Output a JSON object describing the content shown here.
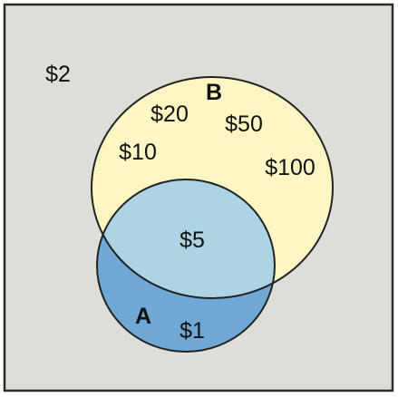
{
  "colors": {
    "universe_fill": "#deded9",
    "frame_stroke": "#2c2c2c",
    "set_b_fill": "#fdf6c3",
    "set_a_fill": "#6fa8d4",
    "intersection_fill": "#acd4e2",
    "outline": "#222222"
  },
  "sets": {
    "a": {
      "label": "A"
    },
    "b": {
      "label": "B"
    }
  },
  "outside": {
    "items": [
      "$2"
    ]
  },
  "b_only": {
    "items": [
      "$20",
      "$50",
      "$10",
      "$100"
    ]
  },
  "intersection": {
    "items": [
      "$5"
    ]
  },
  "a_only": {
    "items": [
      "$1"
    ]
  }
}
